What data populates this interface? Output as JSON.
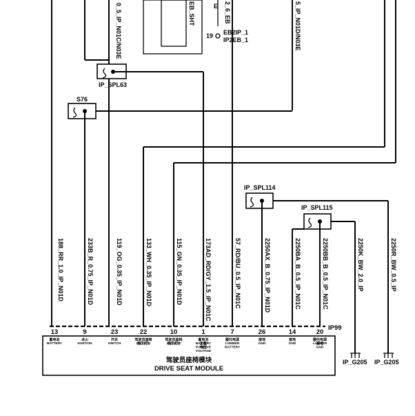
{
  "top": {
    "wire_n01c": "0_5_IP_N01C/N03E",
    "wire_eb": "2_6_EB",
    "eb_prefix": "E",
    "eb_sht": "EB_SHT",
    "wire_n01d": "5_IP_N01D/N03E",
    "eb_pin": "19",
    "eb_conn1": "EB2IP_1",
    "eb_conn2": "IP2EB_1"
  },
  "splices": {
    "spl63": "IP_SPL63",
    "s76": "S76",
    "spl114": "IP_SPL114",
    "spl115": "IP_SPL115"
  },
  "wires": [
    "188_RR_1.0_IP_N01D",
    "233B_R_0.75_IP_N01D",
    "119_OG_0.35_IP_N01D",
    "133_WH_0.35_IP_N01D",
    "115_GN_0.35_IP_N01D",
    "173AD_RD/GY_1.5_IP_N01C",
    "57_RD/BU_0.5_IP_N01C",
    "2250AX_B_0.75_IP_N01D",
    "2250BA_B_0.5_IP_N01C",
    "2250BB_B_0.5_IP_N01C",
    "2250K_BW_2.0_IP",
    "2250R_BW_0.5_IP"
  ],
  "connector": {
    "name": "IP99",
    "pins": [
      "13",
      "9",
      "23",
      "22",
      "10",
      "1",
      "7",
      "26",
      "14",
      "20"
    ],
    "functions_cn": [
      "蓄电池",
      "点火",
      "开关",
      "驾驶员座椅\n指示灯1",
      "驾驶员座椅\n指示灯2",
      "蓄电池\n正极\n电压",
      "腰托电源",
      "接地",
      "接地",
      "腰托电源\n接地"
    ],
    "functions_en": [
      "BATTERY",
      "IGNITION",
      "SWITCH",
      "DR LED1",
      "DR LED2",
      "BATTERY\nPOSITIVE\nVOLTAGE",
      "LUMBER\nBATTERY",
      "GND",
      "GND",
      "LUMBER\nGND"
    ]
  },
  "module": {
    "title_cn": "驾驶员座椅模块",
    "title_en": "DRIVE SEAT MODULE"
  },
  "grounds": [
    "IP_G205",
    "IP_G205"
  ]
}
